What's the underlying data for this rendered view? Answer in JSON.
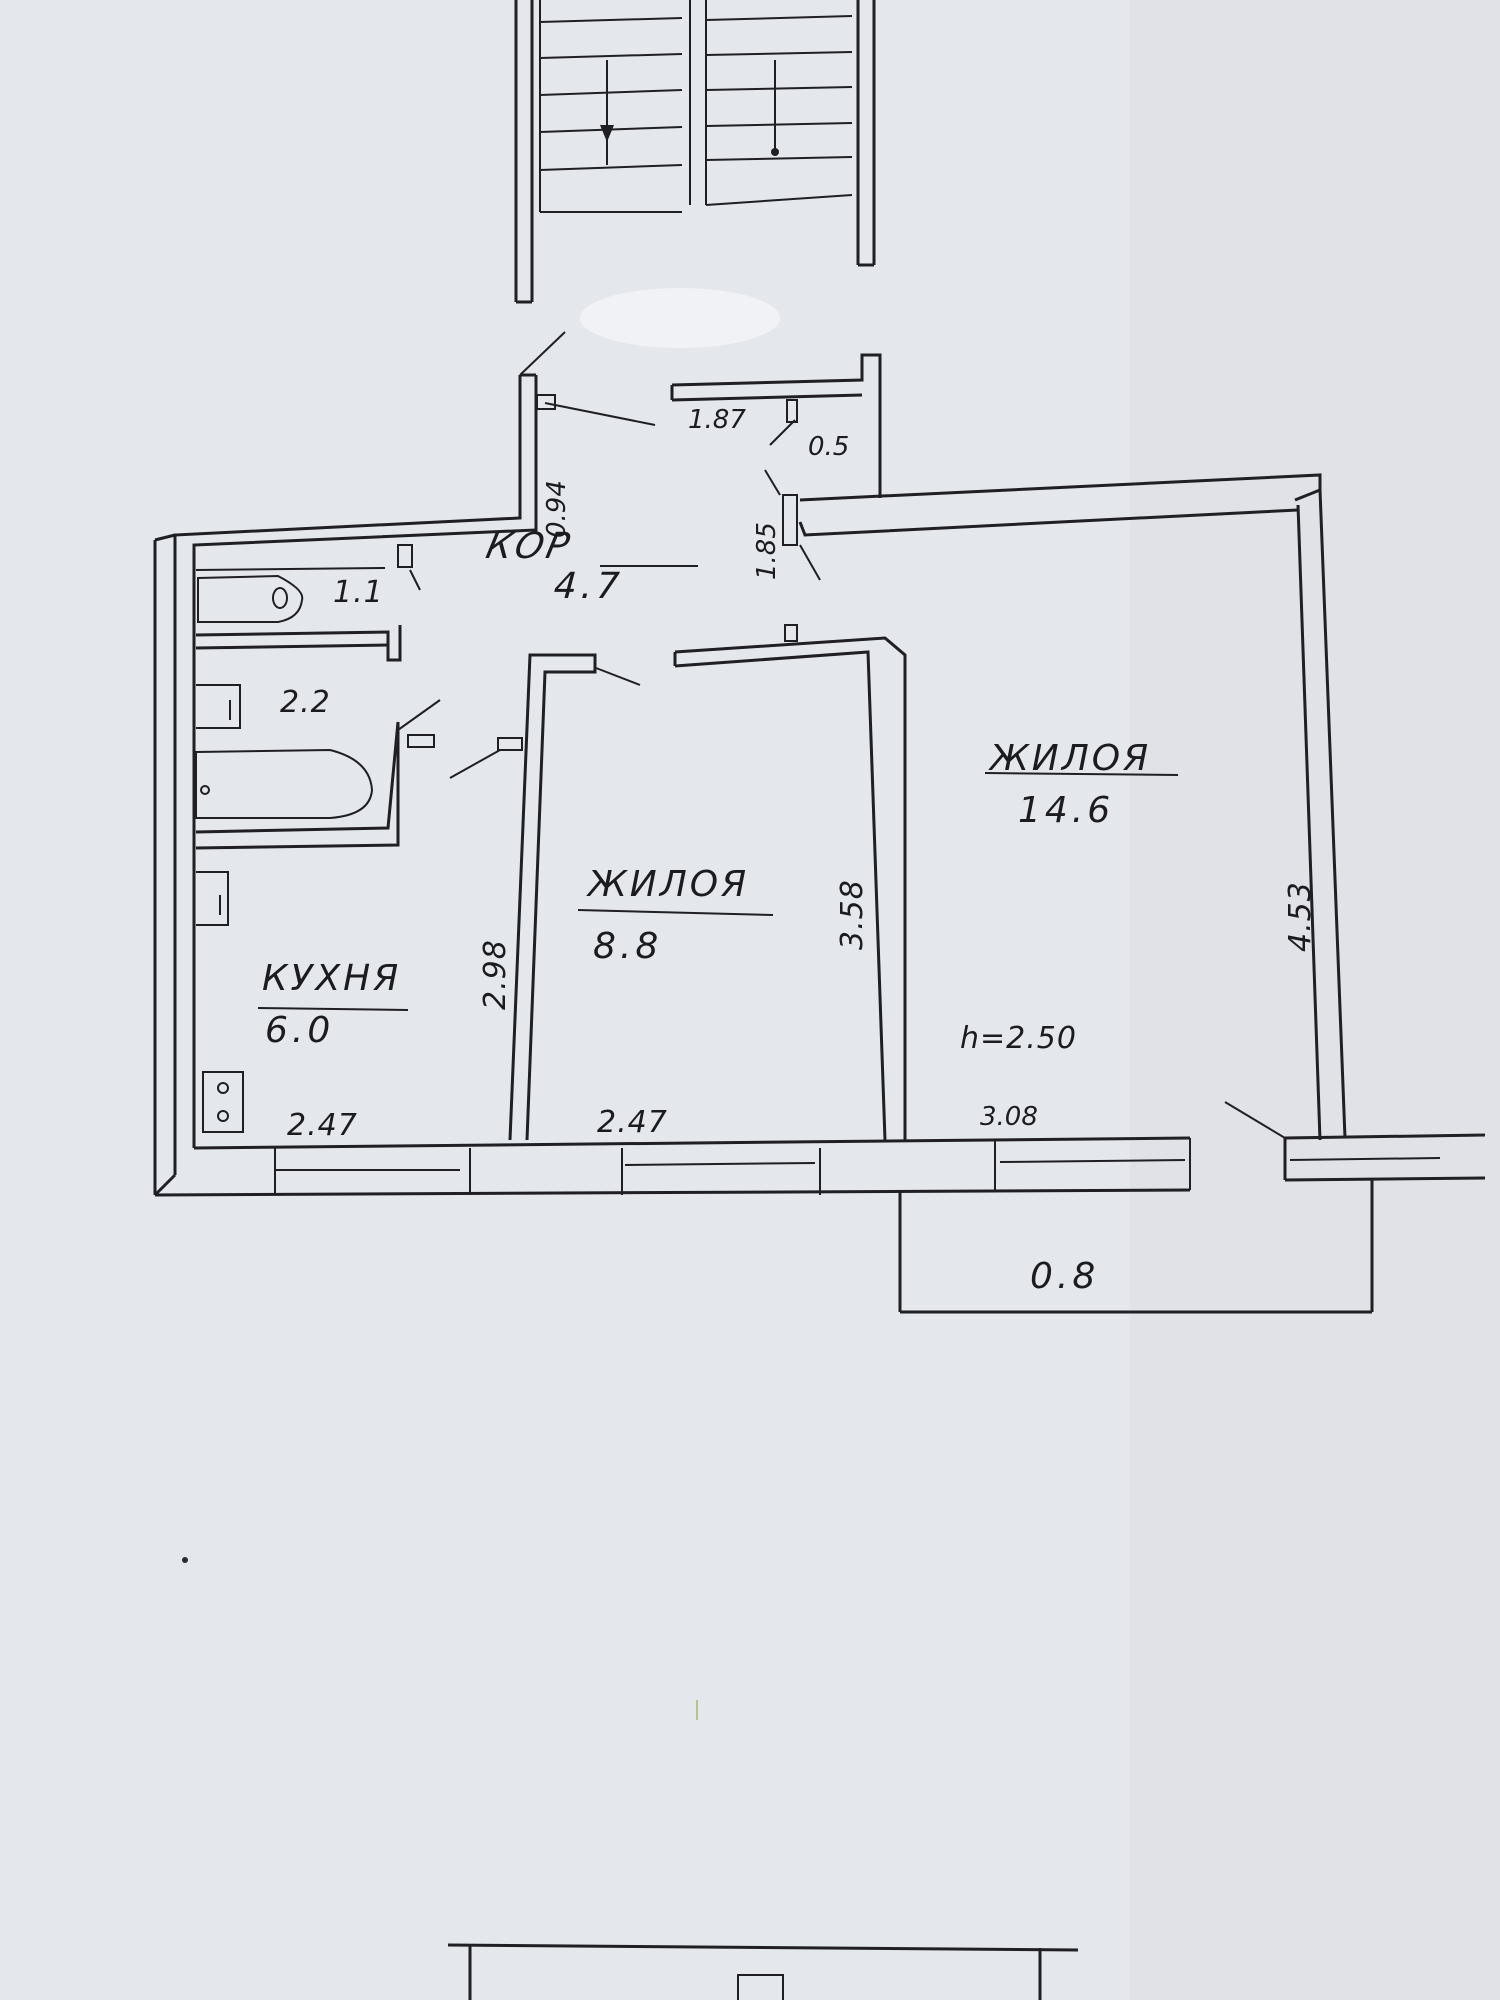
{
  "rooms": {
    "corridor": {
      "name": "КОР",
      "area": "4.7"
    },
    "living_small": {
      "name": "ЖИЛОЯ",
      "area": "8.8"
    },
    "living_large": {
      "name": "ЖИЛОЯ",
      "area": "14.6"
    },
    "kitchen": {
      "name": "КУХНЯ",
      "area": "6.0"
    },
    "toilet": {
      "area": "1.1"
    },
    "bathroom": {
      "area": "2.2"
    }
  },
  "dimensions": {
    "corridor_width": "1.87",
    "closet_width": "0.5",
    "corridor_depth": "0.94",
    "closet_depth": "1.85",
    "small_room_length": "3.58",
    "kitchen_length": "2.98",
    "large_room_length": "4.53",
    "kitchen_width": "2.47",
    "small_room_width": "2.47",
    "large_room_width": "3.08",
    "balcony_depth": "0.8",
    "ceiling_height": "h=2.50"
  }
}
